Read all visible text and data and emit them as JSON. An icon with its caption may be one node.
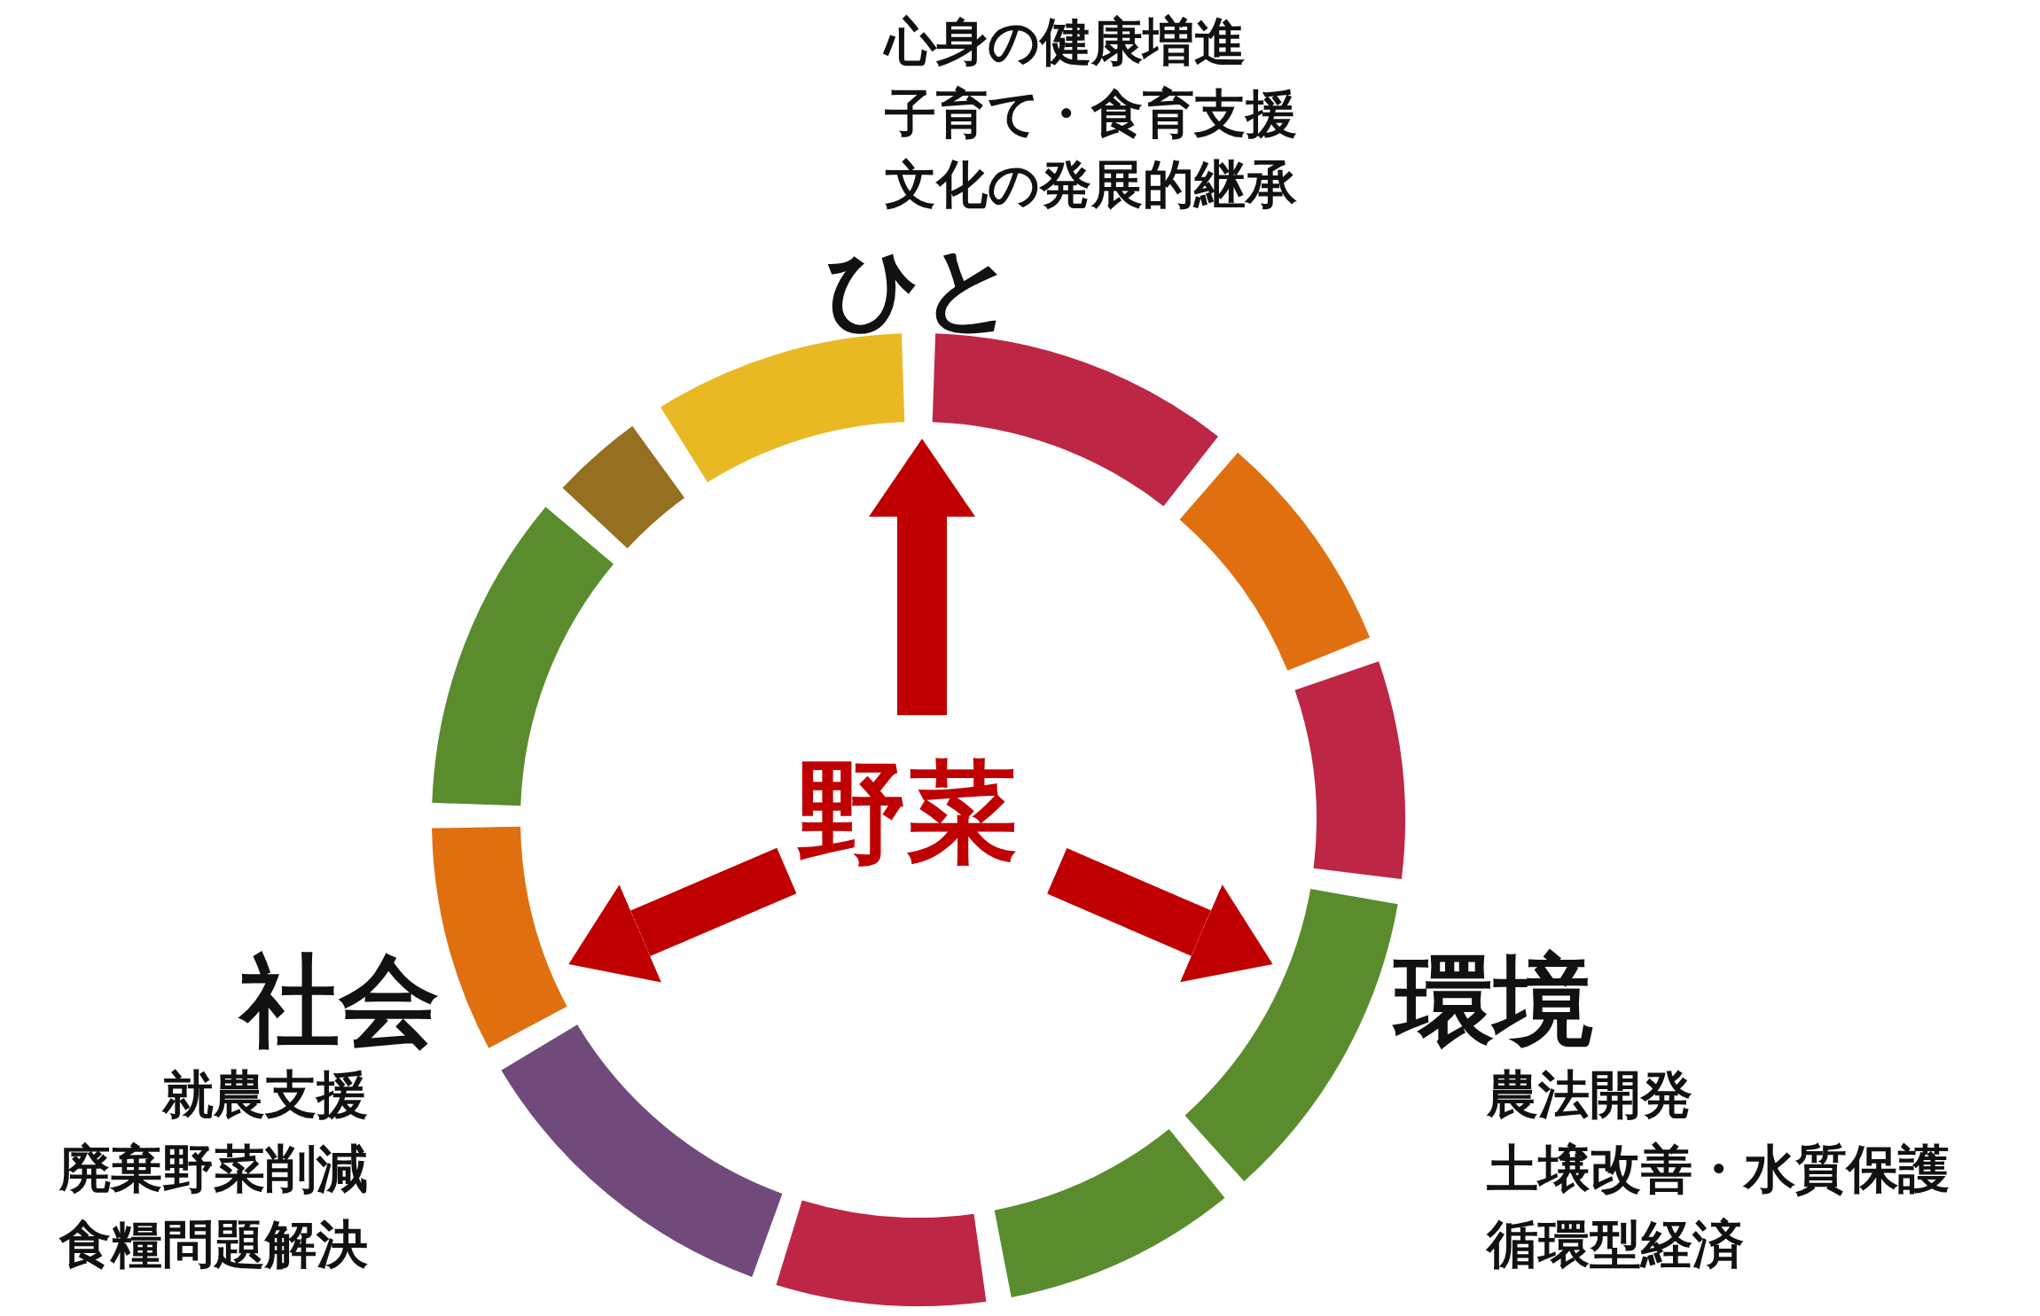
{
  "diagram": {
    "nodes": [
      {
        "text": [
          "野菜"
        ]
      },
      {
        "text": [
          "ひと"
        ],
        "beside": [
          "心身の健康増進",
          "子育て・食育支援",
          "文化の発展的継承"
        ]
      },
      {
        "text": [
          "社会"
        ],
        "beside": [
          "就農支援",
          "廃棄野菜削減",
          "食糧問題解決"
        ]
      },
      {
        "text": [
          "環境"
        ],
        "beside": [
          "農法開発",
          "土壌改善・水質保護",
          "循環型経済"
        ]
      }
    ],
    "edges": [
      {
        "from": 0,
        "to": 1,
        "arrow": "to"
      },
      {
        "from": 0,
        "to": 2,
        "arrow": "to"
      },
      {
        "from": 0,
        "to": 3,
        "arrow": "to"
      }
    ]
  }
}
